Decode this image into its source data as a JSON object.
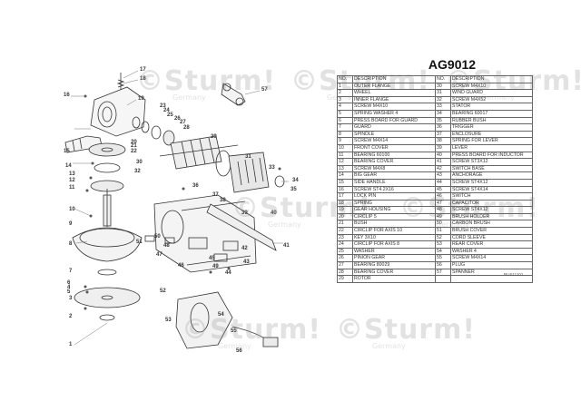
{
  "model": "AG9012",
  "doc_code": "RUS11101",
  "watermark": {
    "brand": "©Sturm!",
    "country": "Germany"
  },
  "table_headers": [
    "NO.",
    "DESCRIPTION",
    "NO.",
    "DESCRIPTION"
  ],
  "parts_rows": [
    [
      "1",
      "OUTER FLANGE",
      "30",
      "SCREW M4X10"
    ],
    [
      "2",
      "WHEEL",
      "31",
      "WIND GUARD"
    ],
    [
      "3",
      "INNER FLANGE",
      "32",
      "SCREW M4X52"
    ],
    [
      "4",
      "SCREW M4X10",
      "33",
      "STATOR"
    ],
    [
      "5",
      "SPRING WASHER 4",
      "34",
      "BEARING 60017"
    ],
    [
      "6",
      "PRESS BOARD FOR GUARD",
      "35",
      "RUBBER BUSH"
    ],
    [
      "7",
      "GUARD",
      "36",
      "TRIGGER"
    ],
    [
      "8",
      "SPINDLE",
      "37",
      "ENCLOSURE"
    ],
    [
      "9",
      "SCREW M4X14",
      "38",
      "SPRING FOR LEVER"
    ],
    [
      "10",
      "FRONT COVER",
      "39",
      "LEVER"
    ],
    [
      "11",
      "BEARING 60100",
      "40",
      "PRESS BOARD FOR INDUCTOR"
    ],
    [
      "12",
      "BEARING COVER",
      "41",
      "SCREW ST3X12"
    ],
    [
      "13",
      "SCREW M4X8",
      "42",
      "SWITCH BASE"
    ],
    [
      "14",
      "BIG GEAR",
      "43",
      "ANCHORAGE"
    ],
    [
      "15",
      "SIDE HANDLE",
      "44",
      "SCREW ST4X12"
    ],
    [
      "16",
      "SCREW ST4.2X16",
      "45",
      "SCREW ST4X14"
    ],
    [
      "17",
      "LOCK PIN",
      "46",
      "SWITCH"
    ],
    [
      "18",
      "SPRING",
      "47",
      "CAPACITOR"
    ],
    [
      "19",
      "GEAR HOUSING",
      "48",
      "SCREW ST4X12"
    ],
    [
      "20",
      "CIRCLIP 5",
      "49",
      "BRUSH HOLDER"
    ],
    [
      "21",
      "BUSH",
      "50",
      "CARBON BRUSH"
    ],
    [
      "22",
      "CIRCLIP FOR AXIS 10",
      "51",
      "BRUSH COVER"
    ],
    [
      "23",
      "KEY 3X10",
      "52",
      "CORD SLEEVE"
    ],
    [
      "24",
      "CIRCLIP FOR AXIS 8",
      "53",
      "REAR COVER"
    ],
    [
      "25",
      "WASHER",
      "54",
      "WASHER 4"
    ],
    [
      "26",
      "PINION GEAR",
      "55",
      "SCREW M4X14"
    ],
    [
      "27",
      "BEARING 80029",
      "56",
      "PLUG"
    ],
    [
      "28",
      "BEARING COVER",
      "57",
      "SPANNER"
    ],
    [
      "29",
      "ROTOR",
      "",
      ""
    ]
  ],
  "callouts": [
    "1",
    "2",
    "3",
    "4",
    "5",
    "6",
    "7",
    "8",
    "9",
    "10",
    "11",
    "12",
    "13",
    "14",
    "15",
    "16",
    "17",
    "18",
    "19",
    "20",
    "21",
    "22",
    "23",
    "24",
    "25",
    "26",
    "27",
    "28",
    "29",
    "30",
    "31",
    "32",
    "33",
    "34",
    "35",
    "36",
    "37",
    "38",
    "39",
    "40",
    "41",
    "42",
    "43",
    "44",
    "45",
    "46",
    "47",
    "48",
    "49",
    "50",
    "51",
    "52",
    "53",
    "54",
    "55",
    "56",
    "57"
  ]
}
